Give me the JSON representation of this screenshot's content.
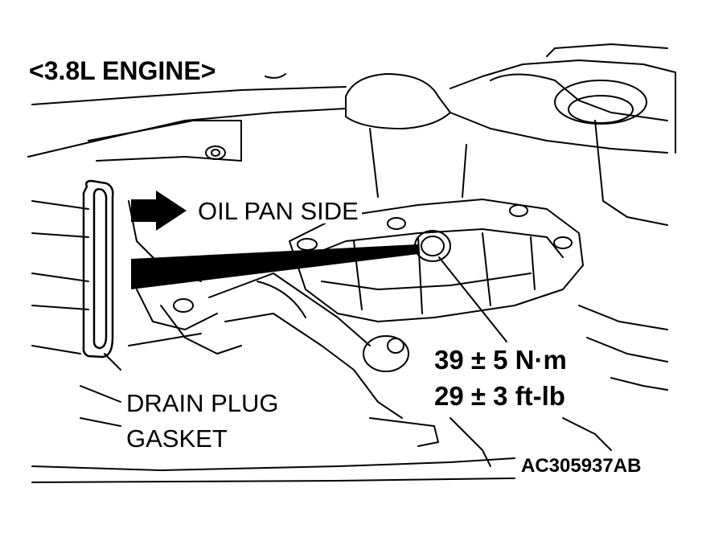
{
  "title": "<3.8L ENGINE>",
  "labels": {
    "oil_pan_side": "OIL PAN SIDE",
    "torque_nm": "39 ± 5 N·m",
    "torque_ftlb": "29 ± 3 ft-lb",
    "drain_plug": "DRAIN PLUG",
    "gasket": "GASKET"
  },
  "figure_code": "AC305937AB",
  "colors": {
    "line": "#000000",
    "background": "#ffffff"
  }
}
